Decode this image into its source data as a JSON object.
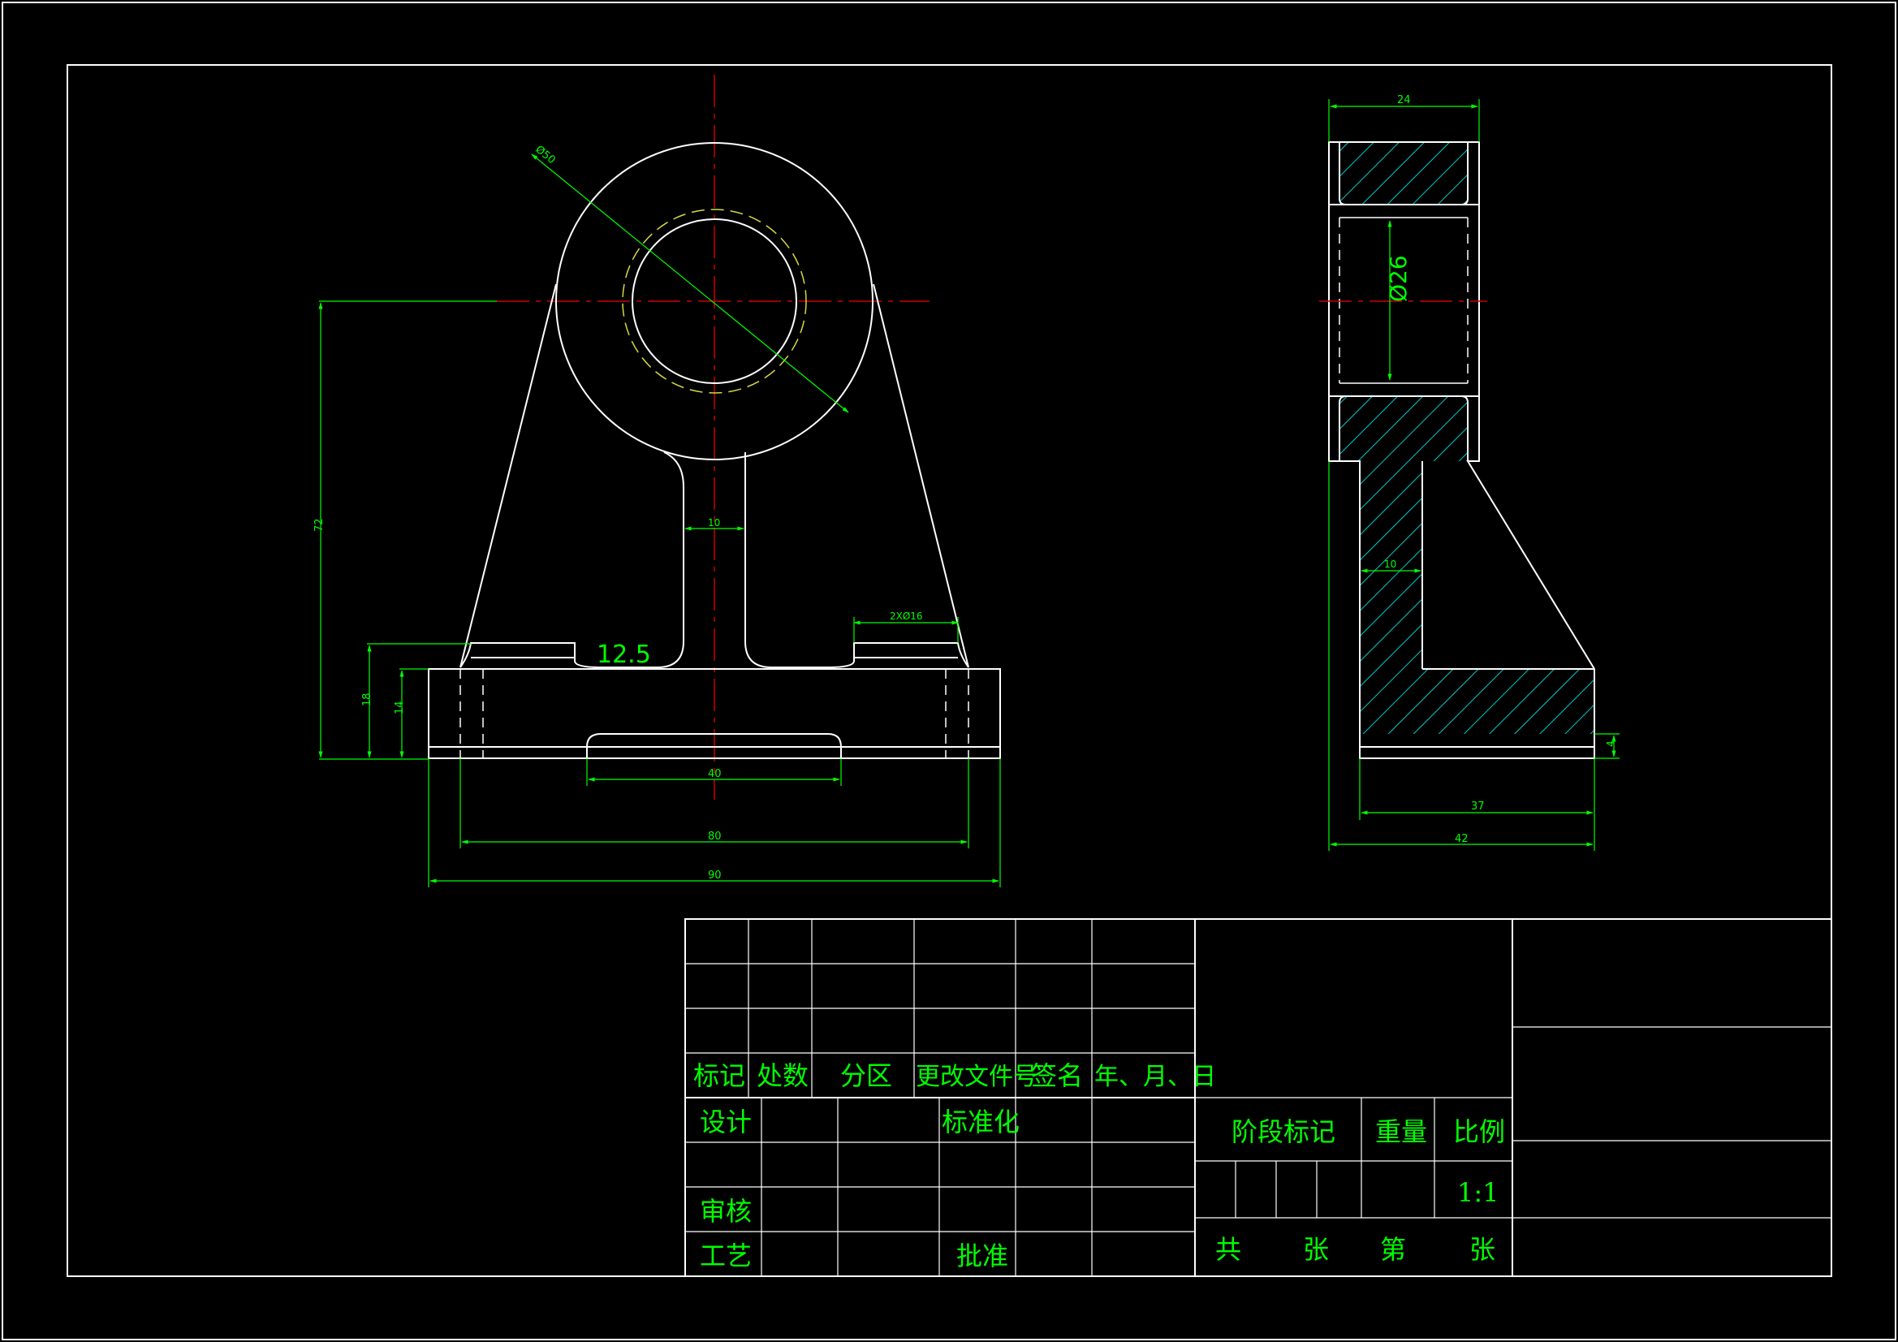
{
  "drawing": {
    "dimensions": {
      "dia50": "Ø50",
      "height72": "72",
      "web10": "10",
      "holes": "2XØ16",
      "rough": "12.5",
      "h18": "18",
      "h14": "14",
      "slot40": "40",
      "w80": "80",
      "w90": "90",
      "side24": "24",
      "bore26": "Ø26",
      "side10": "10",
      "side4": "4",
      "side37": "37",
      "side42": "42"
    }
  },
  "title_block": {
    "rev_header": [
      "标记",
      "处数",
      "分区",
      "更改文件号",
      "签名",
      "年、月、日"
    ],
    "design": "设计",
    "standardize": "标准化",
    "review": "审核",
    "process": "工艺",
    "approve": "批准",
    "stage_mark": "阶段标记",
    "weight": "重量",
    "scale_label": "比例",
    "scale": "1:1",
    "total": "共",
    "sheet_unit1": "张",
    "index": "第",
    "sheet_unit2": "张"
  },
  "colors": {
    "background": "#000000",
    "outline": "#ffffff",
    "dimension": "#00ff00",
    "centerline": "#cc0000",
    "hatch": "#00cccc",
    "hidden": "#d8d840"
  }
}
